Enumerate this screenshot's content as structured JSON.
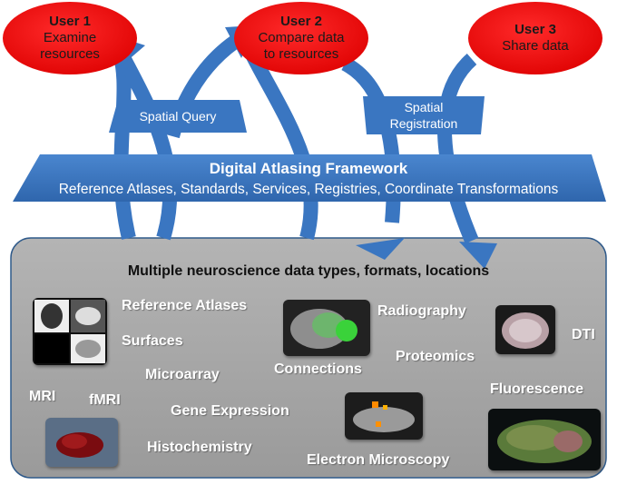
{
  "users": [
    {
      "title": "User 1",
      "line1": "Examine",
      "line2": "resources"
    },
    {
      "title": "User 2",
      "line1": "Compare data",
      "line2": "to resources"
    },
    {
      "title": "User 3",
      "line1": "Share data",
      "line2": ""
    }
  ],
  "bridges": {
    "spatial_query": "Spatial Query",
    "spatial_registration_line1": "Spatial",
    "spatial_registration_line2": "Registration"
  },
  "framework": {
    "title": "Digital Atlasing Framework",
    "subtitle": "Reference Atlases, Standards, Services, Registries, Coordinate Transformations"
  },
  "data_types": {
    "title": "Multiple neuroscience data types, formats, locations",
    "labels": {
      "reference_atlases": "Reference Atlases",
      "surfaces": "Surfaces",
      "microarray": "Microarray",
      "mri": "MRI",
      "fmri": "fMRI",
      "gene_expression": "Gene Expression",
      "histochemistry": "Histochemistry",
      "connections": "Connections",
      "radiography": "Radiography",
      "proteomics": "Proteomics",
      "dti": "DTI",
      "fluorescence": "Fluorescence",
      "electron_microscopy": "Electron Microscopy"
    }
  },
  "colors": {
    "user_fill": "#ee1111",
    "blue": "#3a76c1",
    "panel_fill": "#a6a6a6",
    "panel_border": "#2f5a8a"
  }
}
